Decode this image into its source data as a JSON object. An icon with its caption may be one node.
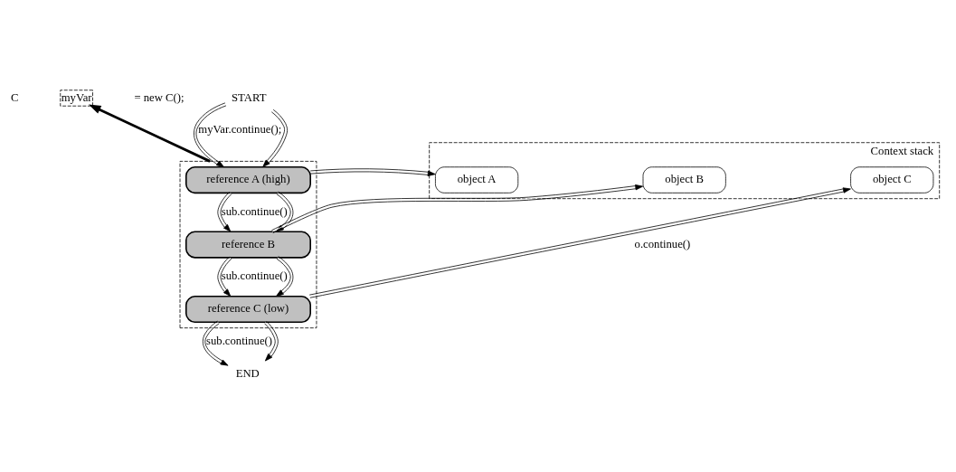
{
  "diagram": {
    "nodes": [
      {
        "text": [
          "myVar"
        ]
      },
      {
        "text": [
          "START"
        ]
      },
      {
        "text": [],
        "shape": "box"
      },
      {
        "text": [
          "reference A (high)"
        ],
        "in": 2
      },
      {
        "text": [
          "reference B"
        ],
        "in": 2
      },
      {
        "text": [
          "reference C (low)"
        ],
        "in": 2
      },
      {
        "text": [
          "END"
        ]
      },
      {
        "text": [
          "Context stack"
        ]
      },
      {
        "text": [
          "object A"
        ],
        "in": 7
      },
      {
        "text": [
          "object B"
        ],
        "in": 7
      },
      {
        "text": [
          "object C"
        ],
        "in": 7
      }
    ],
    "edges": [
      {
        "from": 2,
        "to": 0,
        "arrow": "to",
        "style": "thick"
      },
      {
        "from": 1,
        "to": 3,
        "arrow": "to",
        "label": "myVar.continue();"
      },
      {
        "from": 1,
        "to": 3,
        "arrow": "to"
      },
      {
        "from": 3,
        "to": 4,
        "arrow": "to",
        "label": "sub.continue()"
      },
      {
        "from": 3,
        "to": 4,
        "arrow": "to"
      },
      {
        "from": 4,
        "to": 5,
        "arrow": "to",
        "label": "sub.continue()"
      },
      {
        "from": 4,
        "to": 5,
        "arrow": "to"
      },
      {
        "from": 5,
        "to": 6,
        "arrow": "to",
        "label": "sub.continue()"
      },
      {
        "from": 5,
        "to": 6,
        "arrow": "to"
      },
      {
        "from": 3,
        "to": 8,
        "arrow": "to"
      },
      {
        "from": 4,
        "to": 9,
        "arrow": "to"
      },
      {
        "from": 5,
        "to": 10,
        "arrow": "to",
        "label": "o.continue()"
      }
    ],
    "labels": [
      "C",
      "= new C();"
    ]
  }
}
